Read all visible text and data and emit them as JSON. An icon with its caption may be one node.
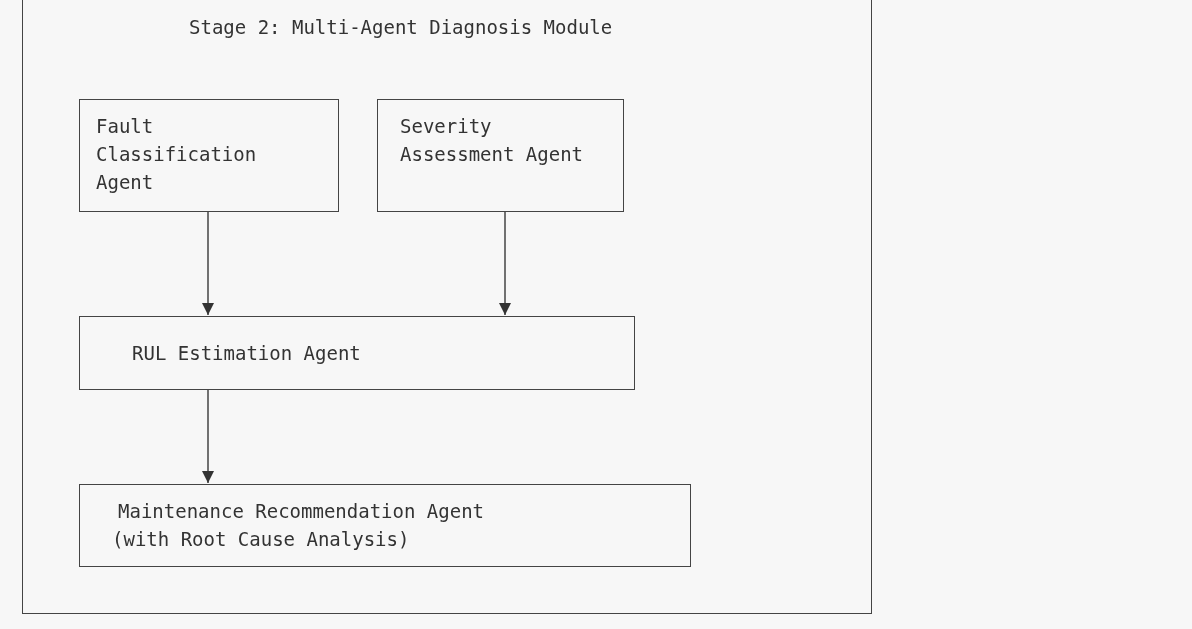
{
  "diagram": {
    "nodes": [
      {
        "text": [
          "Stage 2: Multi-Agent Diagnosis Module"
        ]
      },
      {
        "text": [
          "Fault Classification Agent"
        ],
        "in": 0
      },
      {
        "text": [
          "Severity Assessment Agent"
        ],
        "in": 0
      },
      {
        "text": [
          "RUL Estimation Agent"
        ],
        "in": 0
      },
      {
        "text": [
          "Maintenance Recommendation Agent",
          "(with Root Cause Analysis)"
        ],
        "in": 0
      }
    ],
    "edges": [
      {
        "from": 1,
        "to": 3,
        "arrow": "to"
      },
      {
        "from": 2,
        "to": 3,
        "arrow": "to"
      },
      {
        "from": 3,
        "to": 4,
        "arrow": "to"
      }
    ]
  }
}
